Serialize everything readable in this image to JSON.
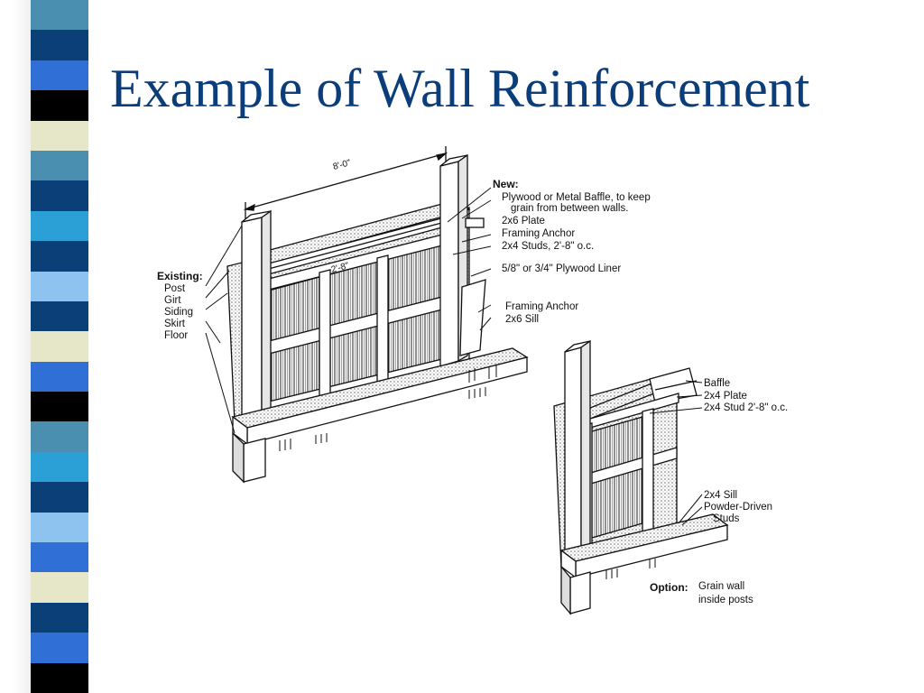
{
  "slide": {
    "title": "Example of Wall Reinforcement"
  },
  "decor": {
    "stripe_colors": [
      "#4a8fb0",
      "#0b3f78",
      "#2f6fd6",
      "#000000",
      "#e5e7c8",
      "#4a8fb0",
      "#0b3f78",
      "#2aa0d6",
      "#0b3f78",
      "#8fc3ef",
      "#0b3f78",
      "#e5e7c8",
      "#2f6fd6",
      "#000000",
      "#4a8fb0",
      "#2aa0d6",
      "#0b3f78",
      "#8fc3ef",
      "#2f6fd6",
      "#e5e7c8",
      "#0b3f78",
      "#2f6fd6",
      "#000000"
    ]
  },
  "diagram": {
    "dimension_top": "8'-0\"",
    "dimension_inner": "2'-8\"",
    "new_heading": "New:",
    "new_labels": [
      "Plywood or Metal Baffle, to keep",
      "grain from between walls.",
      "2x6 Plate",
      "Framing Anchor",
      "2x4 Studs, 2'-8\" o.c.",
      "5/8\" or 3/4\" Plywood Liner",
      "Framing Anchor",
      "2x6 Sill"
    ],
    "existing_heading": "Existing:",
    "existing_labels": [
      "Post",
      "Girt",
      "Siding",
      "Skirt",
      "Floor"
    ],
    "option_labels": [
      "Baffle",
      "2x4 Plate",
      "2x4 Stud 2'-8\" o.c.",
      "2x4 Sill",
      "Powder-Driven",
      "Studs"
    ],
    "option_heading": "Option:",
    "option_note_lines": [
      "Grain wall",
      "inside posts"
    ]
  }
}
